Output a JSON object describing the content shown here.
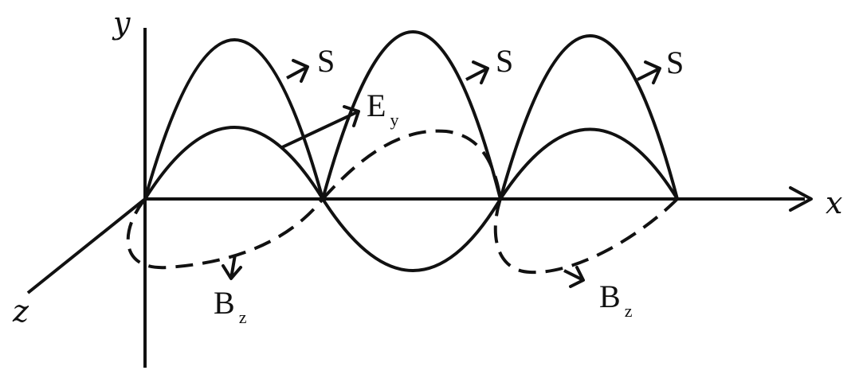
{
  "axes": {
    "x_label": "x",
    "y_label": "y",
    "z_label": "z"
  },
  "labels": {
    "poynting": [
      "S",
      "S",
      "S"
    ],
    "electric": {
      "base": "E",
      "sub": "y"
    },
    "magnetic": [
      {
        "base": "B",
        "sub": "z"
      },
      {
        "base": "B",
        "sub": "z"
      }
    ]
  },
  "colors": {
    "ink": "#111111",
    "background": "#ffffff"
  }
}
